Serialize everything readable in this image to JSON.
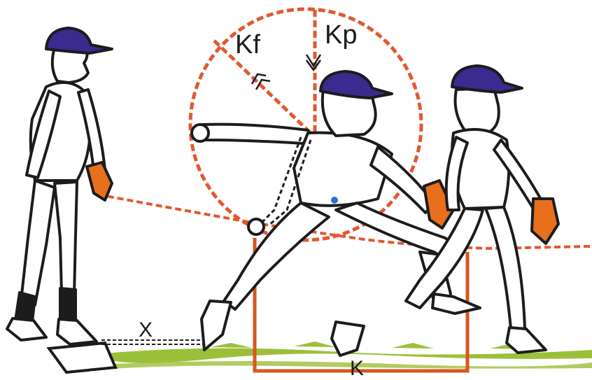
{
  "figure": {
    "labels": {
      "kf": "Kf",
      "kp": "Kp",
      "x": "X",
      "k": "K"
    }
  },
  "colors": {
    "outline": "#1c1c1c",
    "cap": "#3b2a8f",
    "glove": "#e8701d",
    "ball_path": "#e2582f",
    "k_box": "#d6571f",
    "grass": "#9cbf3a",
    "belt_dot": "#2e6fd0"
  },
  "icons": [
    "baseball-player-figure",
    "baseball-cap",
    "fielding-glove",
    "baseball"
  ]
}
